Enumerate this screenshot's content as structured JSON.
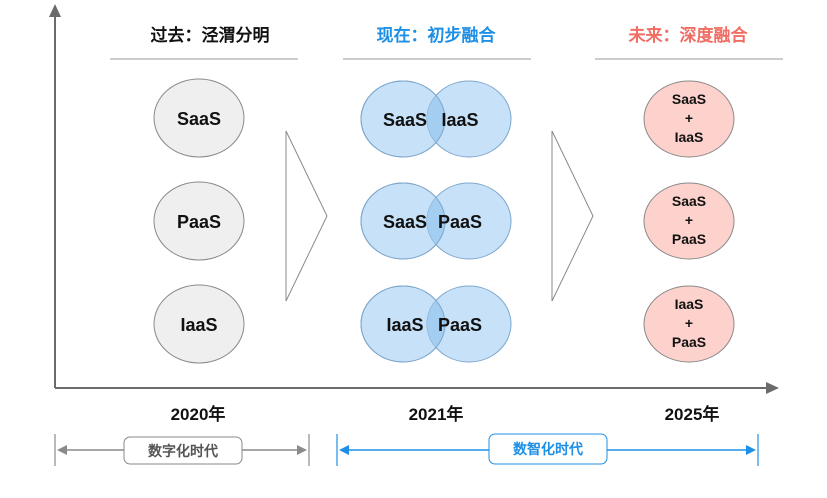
{
  "colors": {
    "axis": "#6b6b6b",
    "past_title": "#111111",
    "present_title": "#1e8fe6",
    "future_title": "#f06d63",
    "gray_fill": "#efefef",
    "gray_stroke": "#8a8a8a",
    "blue_fill": "#c6e1f8",
    "blue_overlap": "#a3cdf1",
    "blue_stroke": "#7ea7cc",
    "pink_fill": "#fdd2cd",
    "pink_stroke": "#8a8a8a",
    "blue_arrow": "#1e8fe6",
    "gray_arrow": "#8a8a8a"
  },
  "columns": {
    "past": {
      "title": "过去：泾渭分明",
      "items": [
        "SaaS",
        "PaaS",
        "IaaS"
      ]
    },
    "present": {
      "title": "现在：初步融合",
      "pairs": [
        [
          "SaaS",
          "IaaS"
        ],
        [
          "SaaS",
          "PaaS"
        ],
        [
          "IaaS",
          "PaaS"
        ]
      ]
    },
    "future": {
      "title": "未来：深度融合",
      "items": [
        [
          "SaaS",
          "+",
          "IaaS"
        ],
        [
          "SaaS",
          "+",
          "PaaS"
        ],
        [
          "IaaS",
          "+",
          "PaaS"
        ]
      ]
    }
  },
  "years": [
    "2020年",
    "2021年",
    "2025年"
  ],
  "eras": {
    "digital": "数字化时代",
    "intelligent": "数智化时代"
  }
}
